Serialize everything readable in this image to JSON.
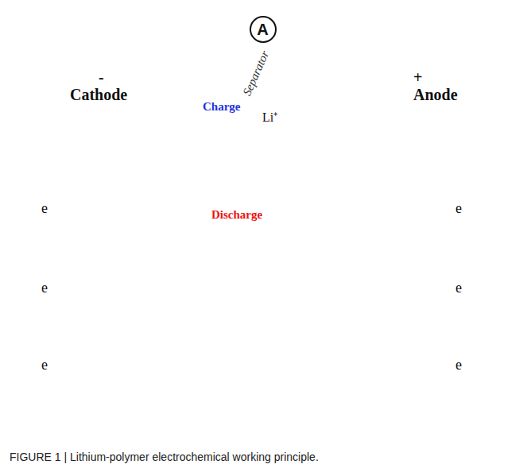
{
  "diagram": {
    "caption": "FIGURE 1 | Lithium-polymer electrochemical working principle.",
    "nodes": [
      {
        "text": [
          "A"
        ]
      },
      {
        "text": [
          "-",
          "Cathode",
          "e",
          "e",
          "e"
        ]
      },
      {
        "text": [
          "Separator"
        ]
      },
      {
        "text": [
          "+",
          "Anode",
          "e",
          "e",
          "e"
        ]
      }
    ],
    "edges": [
      {
        "from": 1,
        "to": 0,
        "arrow": "none"
      },
      {
        "from": 0,
        "to": 3,
        "arrow": "none"
      }
    ],
    "labels": [
      "Charge",
      "Discharge",
      "Li⁺"
    ]
  }
}
